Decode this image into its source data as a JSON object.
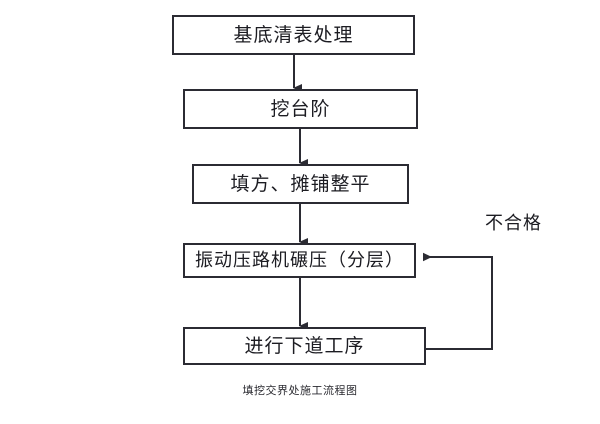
{
  "diagram": {
    "type": "flowchart",
    "orientation": "top-to-bottom",
    "caption": "填挖交界处施工流程图",
    "colors": {
      "box_border": "#2b2b33",
      "box_fill": "#ffffff",
      "connector": "#2b2b33",
      "text": "#1c1c22",
      "background": "#ffffff"
    },
    "nodes": [
      {
        "id": "node-1",
        "label": "基底清表处理"
      },
      {
        "id": "node-2",
        "label": "挖台阶"
      },
      {
        "id": "node-3",
        "label": "填方、摊铺整平"
      },
      {
        "id": "node-4",
        "label": "振动压路机碾压（分层）"
      },
      {
        "id": "node-5",
        "label": "进行下道工序"
      }
    ],
    "edges": [
      {
        "id": "edge-1-2",
        "from": "node-1",
        "to": "node-2",
        "label": "",
        "arrow": "down"
      },
      {
        "id": "edge-2-3",
        "from": "node-2",
        "to": "node-3",
        "label": "",
        "arrow": "down"
      },
      {
        "id": "edge-3-4",
        "from": "node-3",
        "to": "node-4",
        "label": "",
        "arrow": "down"
      },
      {
        "id": "edge-4-5",
        "from": "node-4",
        "to": "node-5",
        "label": "",
        "arrow": "down"
      },
      {
        "id": "edge-feedback",
        "from": "node-5",
        "to": "node-4",
        "label": "不合格",
        "arrow": "left"
      }
    ]
  }
}
